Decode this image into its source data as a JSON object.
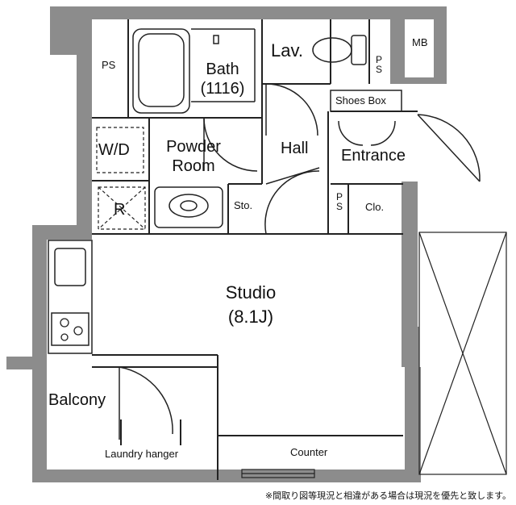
{
  "rooms": {
    "ps_top": "PS",
    "bath_line1": "Bath",
    "bath_line2": "(1116)",
    "lav": "Lav.",
    "ps_small_top": "P\nS",
    "mb": "MB",
    "shoes_box": "Shoes Box",
    "wd": "W/D",
    "powder_line1": "Powder",
    "powder_line2": "Room",
    "hall": "Hall",
    "entrance": "Entrance",
    "r": "R",
    "sto": "Sto.",
    "ps_small_mid": "P\nS",
    "clo": "Clo.",
    "studio_line1": "Studio",
    "studio_line2": "(8.1J)",
    "balcony": "Balcony",
    "laundry": "Laundry hanger",
    "counter": "Counter"
  },
  "footnote": "※間取り図等現況と相違がある場合は現況を優先と致します。",
  "colors": {
    "wall": "#8c8c8c",
    "line": "#222222",
    "thin": "#555555"
  }
}
